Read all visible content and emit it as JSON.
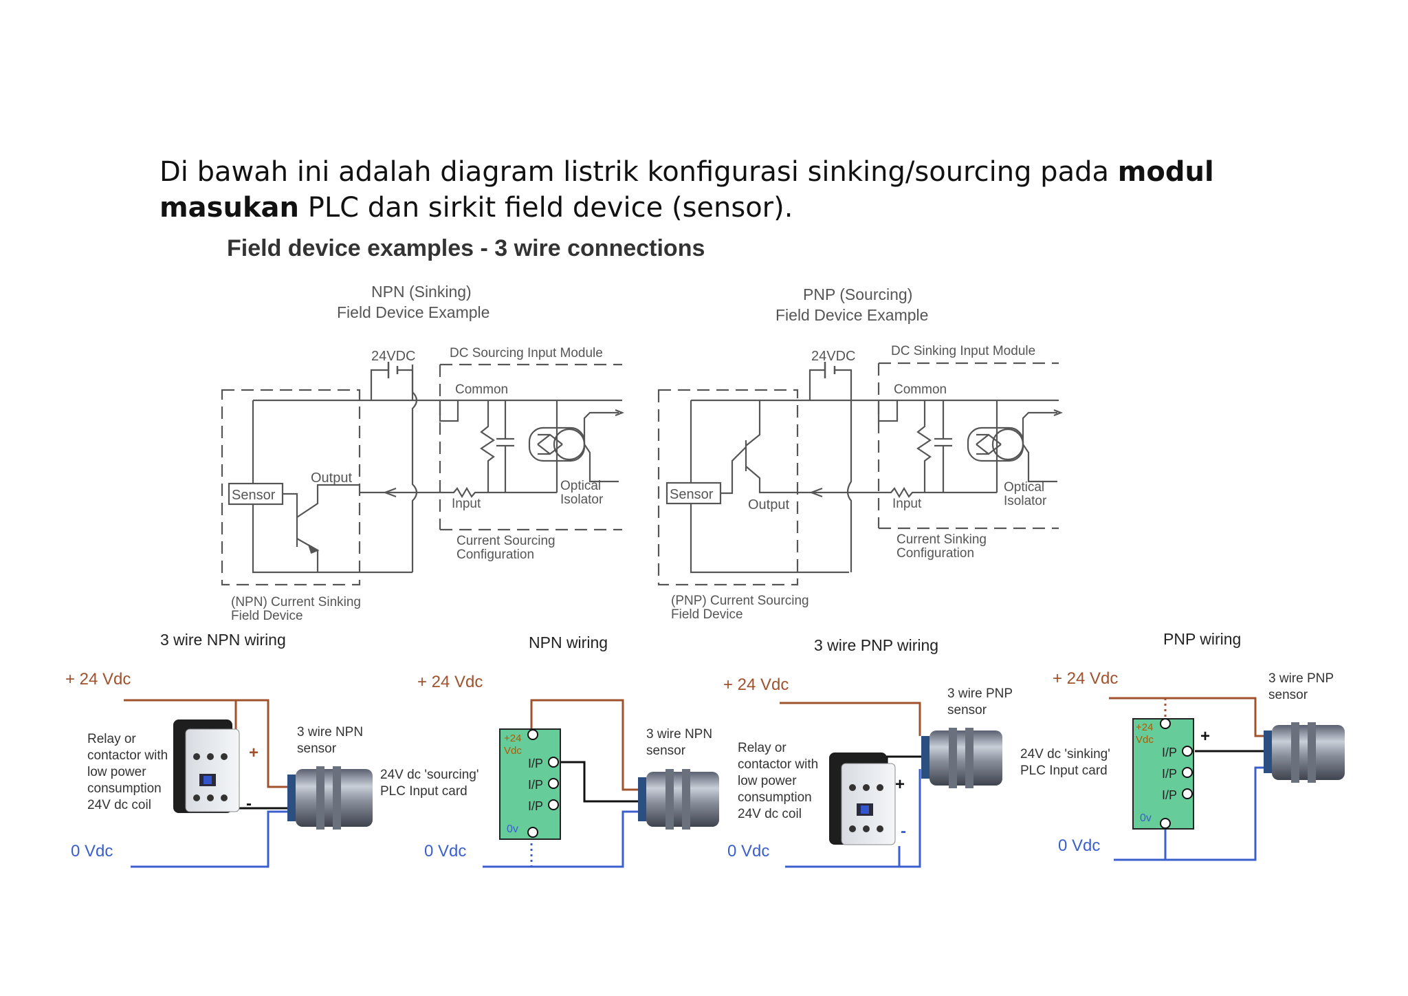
{
  "intro": {
    "part1": "Di bawah ini adalah diagram listrik konfigurasi sinking/sourcing pada ",
    "bold1": "modul",
    "bold2": "masukan",
    "part2": " PLC dan sirkit field device (sensor)."
  },
  "schematic": {
    "title": "Field device examples - 3 wire connections",
    "npn": {
      "title1": "NPN (Sinking)",
      "title2": "Field Device Example",
      "supply": "24VDC",
      "module": "DC Sourcing Input Module",
      "common": "Common",
      "sensor": "Sensor",
      "output": "Output",
      "input": "Input",
      "optical1": "Optical",
      "optical2": "Isolator",
      "config1": "Current Sourcing",
      "config2": "Configuration",
      "device1": "(NPN) Current Sinking",
      "device2": "Field Device"
    },
    "pnp": {
      "title1": "PNP (Sourcing)",
      "title2": "Field Device Example",
      "supply": "24VDC",
      "module": "DC Sinking Input Module",
      "common": "Common",
      "sensor": "Sensor",
      "output": "Output",
      "input": "Input",
      "optical1": "Optical",
      "optical2": "Isolator",
      "config1": "Current Sinking",
      "config2": "Configuration",
      "device1": "(PNP) Current Sourcing",
      "device2": "Field Device"
    }
  },
  "wiring": {
    "p1": {
      "title": "3 wire NPN wiring",
      "vplus": "+ 24 Vdc",
      "vzero": "0 Vdc",
      "relay": [
        "Relay or",
        "contactor with",
        "low power",
        "consumption",
        "24V dc coil"
      ],
      "sensor": [
        "3 wire NPN",
        "sensor"
      ],
      "plus": "+",
      "minus": "-"
    },
    "p2": {
      "title": "NPN wiring",
      "vplus": "+ 24 Vdc",
      "vzero": "0 Vdc",
      "card": [
        "24V dc 'sourcing'",
        "PLC Input card"
      ],
      "sensor": [
        "3 wire NPN",
        "sensor"
      ],
      "top": [
        "+24",
        "Vdc"
      ],
      "ip": "I/P",
      "ov": "0v"
    },
    "p3": {
      "title": "3 wire PNP wiring",
      "vplus": "+ 24 Vdc",
      "vzero": "0 Vdc",
      "relay": [
        "Relay or",
        "contactor with",
        "low power",
        "consumption",
        "24V dc coil"
      ],
      "sensor": [
        "3 wire PNP",
        "sensor"
      ],
      "plus": "+",
      "minus": "-"
    },
    "p4": {
      "title": "PNP wiring",
      "vplus": "+ 24 Vdc",
      "vzero": "0 Vdc",
      "card": [
        "24V dc 'sinking'",
        "PLC Input card"
      ],
      "sensor": [
        "3 wire PNP",
        "sensor"
      ],
      "top": [
        "+24",
        "Vdc"
      ],
      "ip": "I/P",
      "ov": "0v",
      "plus": "+"
    }
  },
  "colors": {
    "brown": "#a0522d",
    "blue": "#3a5fcd",
    "card": "#66cc99",
    "schematic": "#555555"
  }
}
